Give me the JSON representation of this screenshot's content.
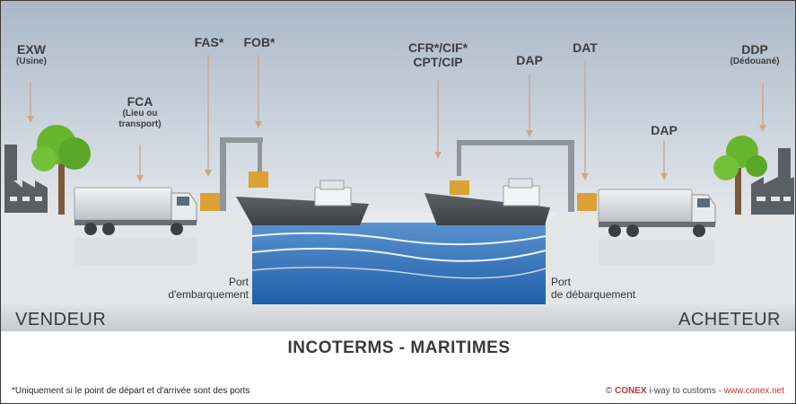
{
  "labels": {
    "exw": {
      "name": "EXW",
      "sub": "(Usine)"
    },
    "fca": {
      "name": "FCA",
      "sub1": "(Lieu ou",
      "sub2": "transport)"
    },
    "fas": "FAS*",
    "fob": "FOB*",
    "cfr": {
      "line1": "CFR*/CIF*",
      "line2": "CPT/CIP"
    },
    "dap_top": "DAP",
    "dat": "DAT",
    "ddp": {
      "name": "DDP",
      "sub": "(Dédouané)"
    },
    "dap_bottom": "DAP"
  },
  "ports": {
    "departure": {
      "line1": "Port",
      "line2": "d'embarquement"
    },
    "arrival": {
      "line1": "Port",
      "line2": "de débarquement"
    }
  },
  "seller": "VENDEUR",
  "buyer": "ACHETEUR",
  "title": "INCOTERMS - MARITIMES",
  "footnote": "*Uniquement si le point de départ et d'arrivée sont des ports",
  "credit": {
    "copyright": "©",
    "brand": "CONEX",
    "tagline": "i-way to customs",
    "sep": " - ",
    "site": "www.conex.net"
  },
  "colors": {
    "sky_top": "#aab8c7",
    "sea": "#2f6fb3",
    "ground": "#e6e8ea",
    "arrow": "#c9a98a",
    "cargo": "#d9a233",
    "tree": "#67b52e"
  }
}
